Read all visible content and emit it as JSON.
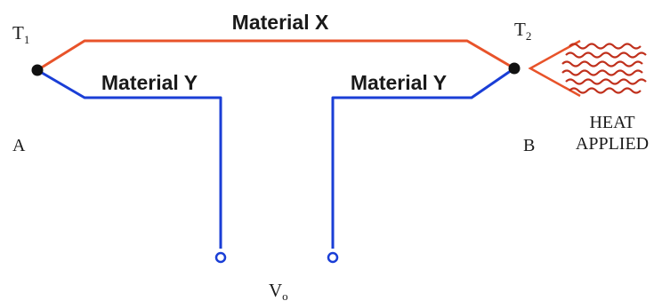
{
  "labels": {
    "material_x": "Material X",
    "material_y_left": "Material Y",
    "material_y_right": "Material Y",
    "t1_main": "T",
    "t1_sub": "1",
    "t2_main": "T",
    "t2_sub": "2",
    "point_a": "A",
    "point_b": "B",
    "heat_line1": "HEAT",
    "heat_line2": "APPLIED",
    "vo_main": "V",
    "vo_sub": "o"
  },
  "colors": {
    "material_x_wire": "#e8532a",
    "material_y_wire": "#1a3ed6",
    "heat_cone": "#e8532a",
    "heat_waves": "#c0301c",
    "junction": "#111111"
  }
}
